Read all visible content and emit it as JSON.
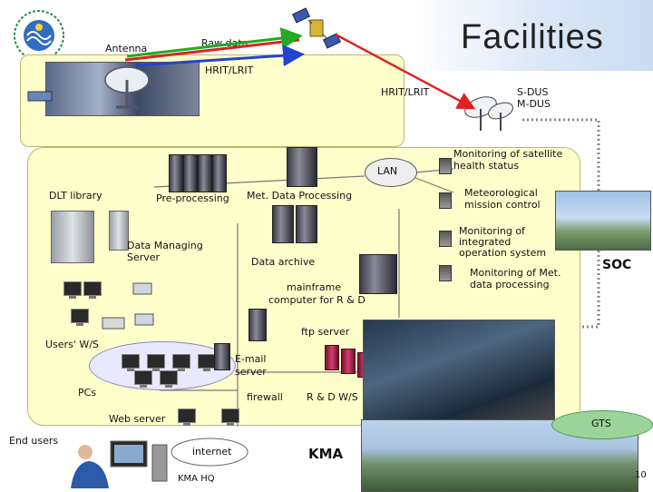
{
  "title": "Facilities",
  "page_number": "10",
  "labels": {
    "antenna": "Antenna",
    "raw_data": "Raw data",
    "hrit_lrit_top": "HRIT/LRIT",
    "hrit_lrit_right": "HRIT/LRIT",
    "s_dus": "S-DUS",
    "m_dus": "M-DUS",
    "lan": "LAN",
    "dlt_library": "DLT library",
    "pre_processing": "Pre-processing",
    "met_data_processing": "Met. Data Processing",
    "data_managing_server_1": "Data Managing",
    "data_managing_server_2": "Server",
    "data_archive": "Data archive",
    "mainframe_1": "mainframe",
    "mainframe_2": "computer for R & D",
    "ftp_server": "ftp server",
    "users_ws": "Users' W/S",
    "pcs": "PCs",
    "email_server_1": "E-mail",
    "email_server_2": "server",
    "firewall": "firewall",
    "rd_ws": "R & D W/S",
    "web_server": "Web server",
    "end_users": "End users",
    "internet": "internet",
    "kma_hq": "KMA HQ",
    "kma": "KMA",
    "gts": "GTS",
    "soc": "SOC",
    "monitor_health_1": "Monitoring of satellite",
    "monitor_health_2": "health status",
    "met_mission_1": "Meteorological",
    "met_mission_2": "mission control",
    "monitor_ops_1": "Monitoring of",
    "monitor_ops_2": "integrated",
    "monitor_ops_3": "operation system",
    "monitor_met_1": "Monitoring of Met.",
    "monitor_met_2": "data processing"
  },
  "colors": {
    "box_fill": "#ffffcc",
    "arrow_red": "#e02020",
    "arrow_green": "#22aa22",
    "arrow_blue": "#2244cc",
    "dotted": "#888888",
    "gts_fill": "#9bd49b"
  },
  "icons": {
    "logo": "kma-logo-icon",
    "satellite": "satellite-icon"
  }
}
